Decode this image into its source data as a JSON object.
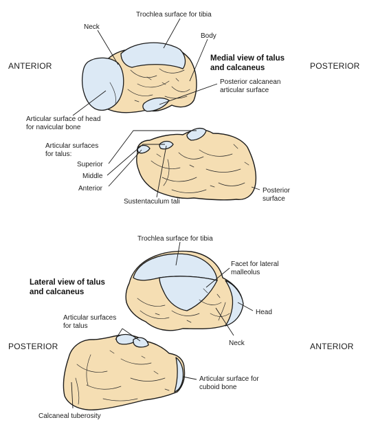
{
  "colors": {
    "bone": "#f5deb3",
    "cartilage": "#dce9f5",
    "outline": "#1a1a1a"
  },
  "medial": {
    "title_line1": "Medial view of talus",
    "title_line2": "and calcaneus",
    "anterior": "ANTERIOR",
    "posterior": "POSTERIOR",
    "trochlea": "Trochlea surface for tibia",
    "neck": "Neck",
    "body": "Body",
    "posterior_calcanean_1": "Posterior calcanean",
    "posterior_calcanean_2": "articular surface",
    "head_surface_1": "Articular surface of head",
    "head_surface_2": "for navicular bone",
    "articular_surfaces_1": "Articular surfaces",
    "articular_surfaces_2": "for talus:",
    "superior": "Superior",
    "middle": "Middle",
    "anterior_facet": "Anterior",
    "sustentaculum": "Sustentaculum tali",
    "posterior_surface_1": "Posterior",
    "posterior_surface_2": "surface"
  },
  "lateral": {
    "title_line1": "Lateral view of talus",
    "title_line2": "and calcaneus",
    "posterior": "POSTERIOR",
    "anterior": "ANTERIOR",
    "trochlea": "Trochlea surface for tibia",
    "malleolus_1": "Facet for lateral",
    "malleolus_2": "malleolus",
    "head": "Head",
    "neck": "Neck",
    "articular_talus_1": "Articular surfaces",
    "articular_talus_2": "for talus",
    "cuboid_1": "Articular surface for",
    "cuboid_2": "cuboid bone",
    "tuberosity": "Calcaneal tuberosity"
  }
}
